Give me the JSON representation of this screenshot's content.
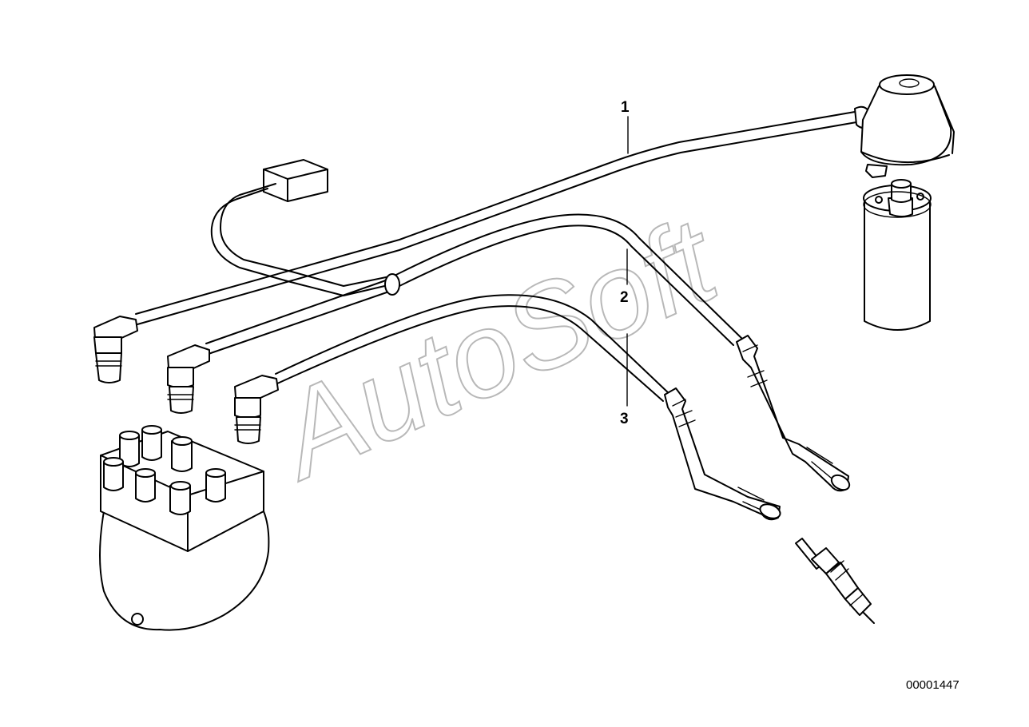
{
  "callouts": [
    {
      "id": "1",
      "label": "1"
    },
    {
      "id": "2",
      "label": "2"
    },
    {
      "id": "3",
      "label": "3"
    }
  ],
  "document_number": "00001447",
  "watermark": "AutoSoft",
  "colors": {
    "line": "#000000",
    "background": "#ffffff",
    "watermark": "#b8b8b8"
  }
}
